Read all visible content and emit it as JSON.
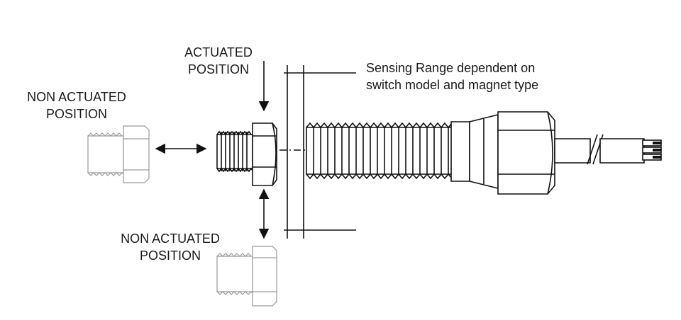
{
  "labels": {
    "actuated": [
      "ACTUATED",
      "POSITION"
    ],
    "non_actuated_left": [
      "NON ACTUATED",
      "POSITION"
    ],
    "non_actuated_bottom": [
      "NON ACTUATED",
      "POSITION"
    ],
    "sensing_range": [
      "Sensing Range dependent on",
      "switch model and magnet type"
    ]
  },
  "colors": {
    "ink": "#111111",
    "ghost": "#9a9a9a",
    "background": "#ffffff"
  },
  "icons": {
    "arrow_horizontal": "double-arrow",
    "arrow_vertical": "double-arrow",
    "arrow_down": "arrow-down"
  }
}
